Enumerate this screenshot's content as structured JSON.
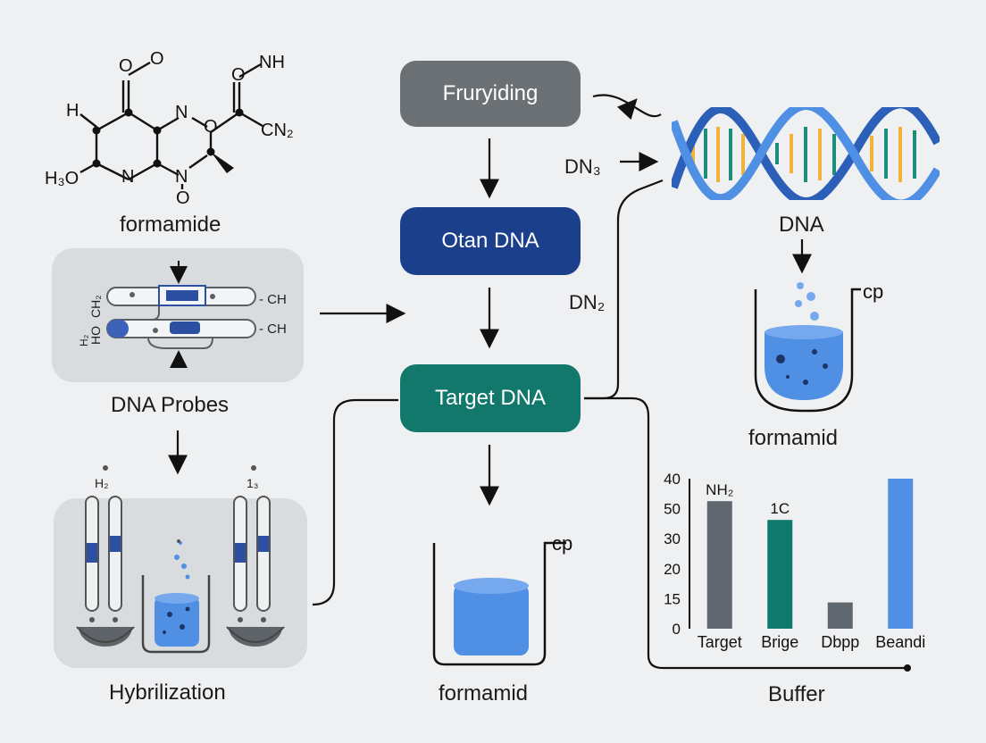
{
  "molecule": {
    "caption": "formamide",
    "atoms": {
      "o_top": "O",
      "o_top2": "O",
      "h_left": "H",
      "n_mid": "N",
      "o_ring": "O",
      "o_ester": "O",
      "nh_top": "NH",
      "cn2": "CN₂",
      "h3o": "H₃O",
      "n_bottom": "N",
      "n_bottom2": "N",
      "o_bottom": "O"
    }
  },
  "probes": {
    "caption": "DNA Probes",
    "ch_top": "- CH",
    "ch_bottom": "- CH",
    "side_label_a": "HO",
    "side_label_b": "CH₂",
    "side_label_c": "H₂"
  },
  "hybrid": {
    "caption": "Hybrilization",
    "tube_left_label": "H₂",
    "tube_right_label": "1₃"
  },
  "flow": {
    "node1": "Fruryiding",
    "node2": "Otan DNA",
    "node3": "Target DNA",
    "label_dn3": "DN₃",
    "label_dn2": "DN₂",
    "colors": {
      "node1": "#6b7075",
      "node2": "#1c3f8c",
      "node3": "#11786b"
    }
  },
  "beaker_center": {
    "caption": "formamid",
    "cp": "cp"
  },
  "dna": {
    "caption": "DNA"
  },
  "beaker_right": {
    "caption": "formamid",
    "cp": "cp"
  },
  "chart_data": {
    "type": "bar",
    "title": "",
    "xlabel": "Buffer",
    "ylabel": "",
    "categories": [
      "Target",
      "Brige",
      "Dbpp",
      "Beandi"
    ],
    "values": [
      34,
      29,
      7,
      40
    ],
    "bar_colors": [
      "#5f666d",
      "#0f7a6c",
      "#5f666d",
      "#4f8fe4"
    ],
    "data_labels": [
      "NH₂",
      "1C",
      "",
      ""
    ],
    "y_ticks": [
      0,
      15,
      20,
      30,
      50,
      40
    ],
    "ylim": [
      0,
      40
    ]
  }
}
